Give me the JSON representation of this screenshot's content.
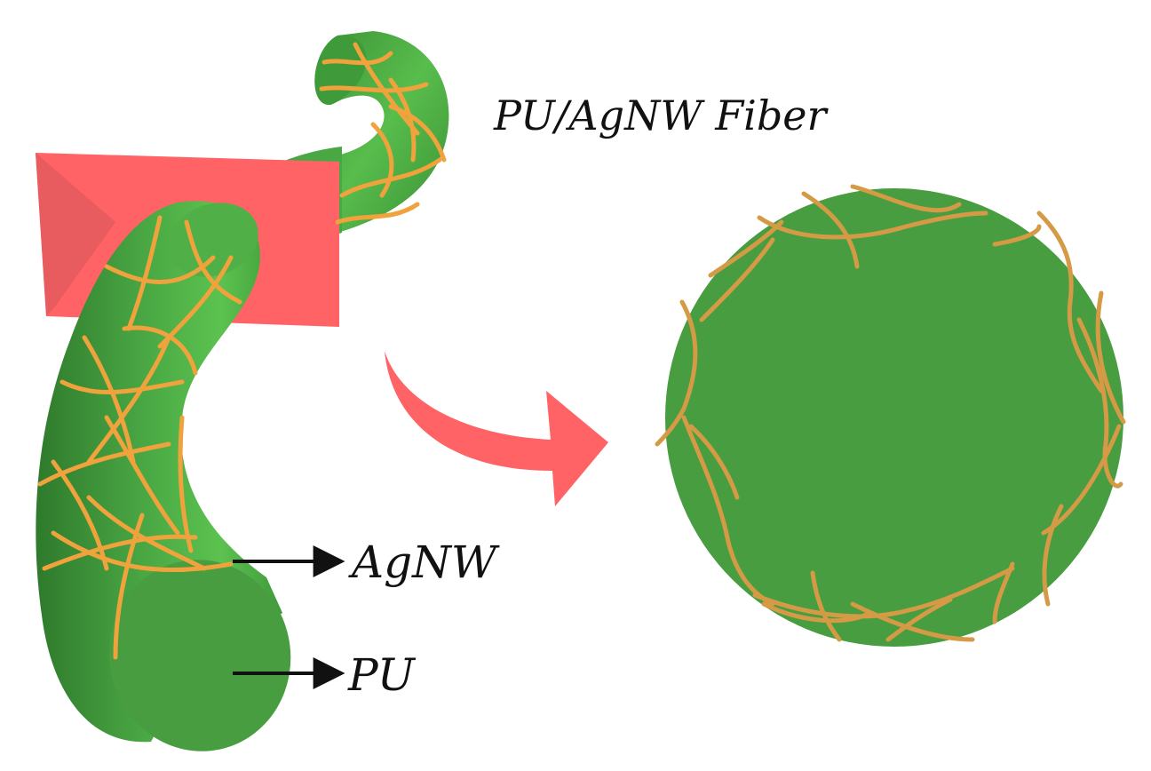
{
  "title": "PU/AgNW Fiber",
  "labels": {
    "agnw": "AgNW",
    "pu": "PU"
  },
  "colors": {
    "background": "#ffffff",
    "fiber_green": "#4aa844",
    "fiber_green_light": "#5cc24f",
    "fiber_green_dark": "#2f7a2c",
    "cross_section_green": "#479d40",
    "nanowire_orange": "#f0a23c",
    "cut_plane_red": "#ff6366",
    "arrow_red": "#ff6366",
    "text_black": "#111111"
  },
  "icons": {
    "transition_arrow": "curved-arrow-icon",
    "callout_arrows": "right-arrow-icon"
  }
}
